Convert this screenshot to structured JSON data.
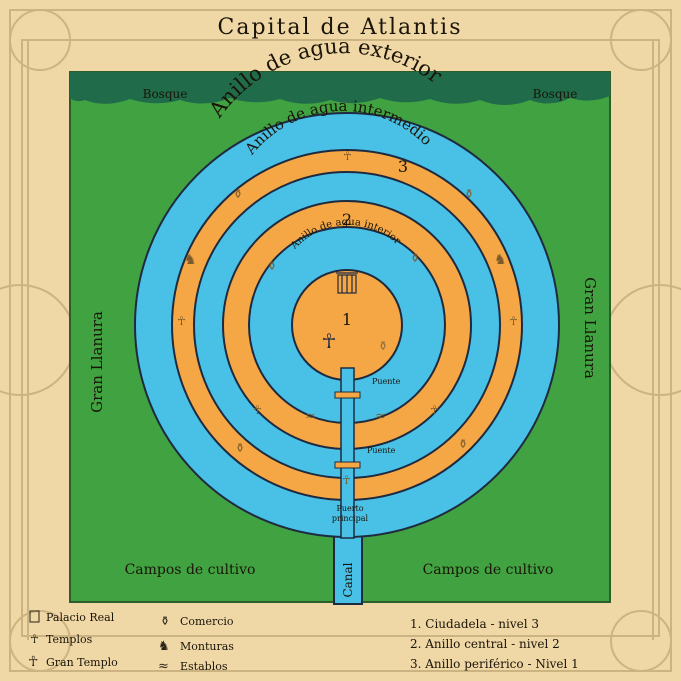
{
  "title": "Capital de Atlantis",
  "regions": {
    "forest_left": "Bosque",
    "forest_right": "Bosque",
    "plain_left": "Gran Llanura",
    "plain_right": "Gran Llanura",
    "fields_left": "Campos de cultivo",
    "fields_right": "Campos de cultivo"
  },
  "rings": {
    "outer_water": "Anillo de agua exterior",
    "middle_water": "Anillo de agua intermedio",
    "inner_water": "Anillo de agua interior",
    "numbers": [
      "1",
      "2",
      "3"
    ]
  },
  "structures": {
    "bridge_inner": "Puente",
    "bridge_outer": "Puente",
    "harbor_line1": "Puerto",
    "harbor_line2": "principal",
    "canal": "Canal"
  },
  "legend": {
    "items": [
      {
        "icon": "palace-icon",
        "label": "Palacio Real"
      },
      {
        "icon": "temple-icon",
        "label": "Templos"
      },
      {
        "icon": "great-temple-icon",
        "label": "Gran Templo"
      },
      {
        "icon": "commerce-icon",
        "label": "Comercio"
      },
      {
        "icon": "mounts-icon",
        "label": "Monturas"
      },
      {
        "icon": "stables-icon",
        "label": "Establos"
      }
    ],
    "levels": [
      "1. Ciudadela - nivel 3",
      "2. Anillo central - nivel 2",
      "3. Anillo periférico - Nivel 1"
    ]
  },
  "colors": {
    "parchment": "#efd7a6",
    "field_green": "#41a241",
    "forest_dark": "#1f6b4a",
    "water": "#49c0e6",
    "land_ring": "#f4a744",
    "outline": "#1e2a40"
  }
}
